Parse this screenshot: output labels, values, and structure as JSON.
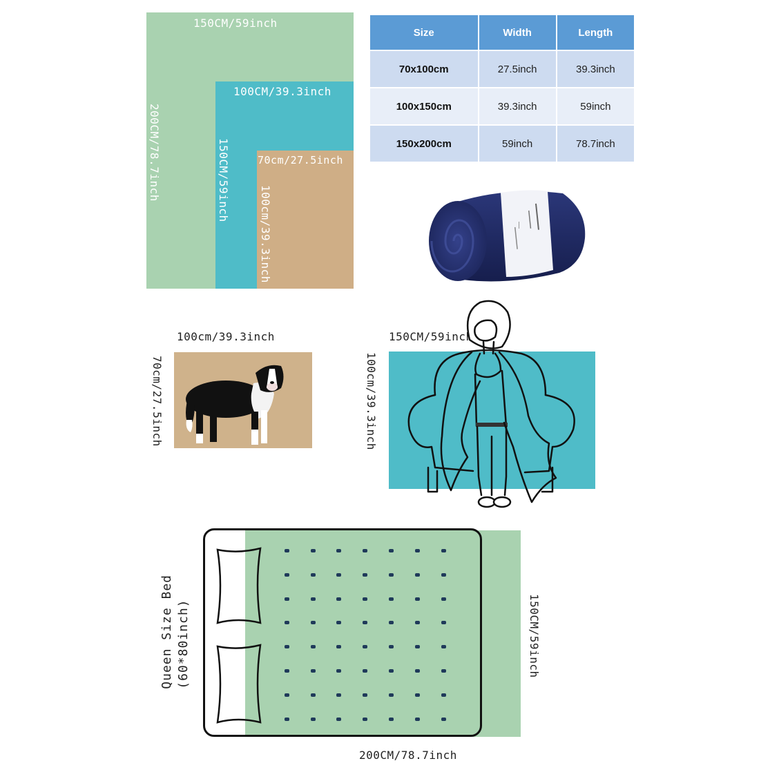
{
  "size_comparison": {
    "large": {
      "width_label": "150CM/59inch",
      "height_label": "200CM/78.7inch",
      "color": "#a9d2b0"
    },
    "medium": {
      "width_label": "100CM/39.3inch",
      "height_label": "150CM/59inch",
      "color": "#4fbcc8"
    },
    "small": {
      "width_label": "70cm/27.5inch",
      "height_label": "100cm/39.3inch",
      "color": "#cfae86"
    }
  },
  "size_table": {
    "headers": [
      "Size",
      "Width",
      "Length"
    ],
    "rows": [
      {
        "size": "70x100cm",
        "width": "27.5inch",
        "length": "39.3inch"
      },
      {
        "size": "100x150cm",
        "width": "39.3inch",
        "length": "59inch"
      },
      {
        "size": "150x200cm",
        "width": "59inch",
        "length": "78.7inch"
      }
    ],
    "header_color": "#5b9bd5"
  },
  "product_image": {
    "description": "rolled navy blue flannel blanket with white paper band",
    "blanket_color": "#1f2a63"
  },
  "dog_example": {
    "width_label": "100cm/39.3inch",
    "height_label": "70cm/27.5inch",
    "background": "#cfb28b"
  },
  "person_example": {
    "width_label": "150CM/59inch",
    "height_label": "100cm/39.3inch",
    "background": "#4fbcc8"
  },
  "bed_example": {
    "bed_label": "Queen Size Bed",
    "bed_dims": "(60*80inch)",
    "blanket_width_label": "200CM/78.7inch",
    "blanket_height_label": "150CM/59inch",
    "blanket_color": "#a9d2b0",
    "dot_color": "#1f3a5a"
  }
}
